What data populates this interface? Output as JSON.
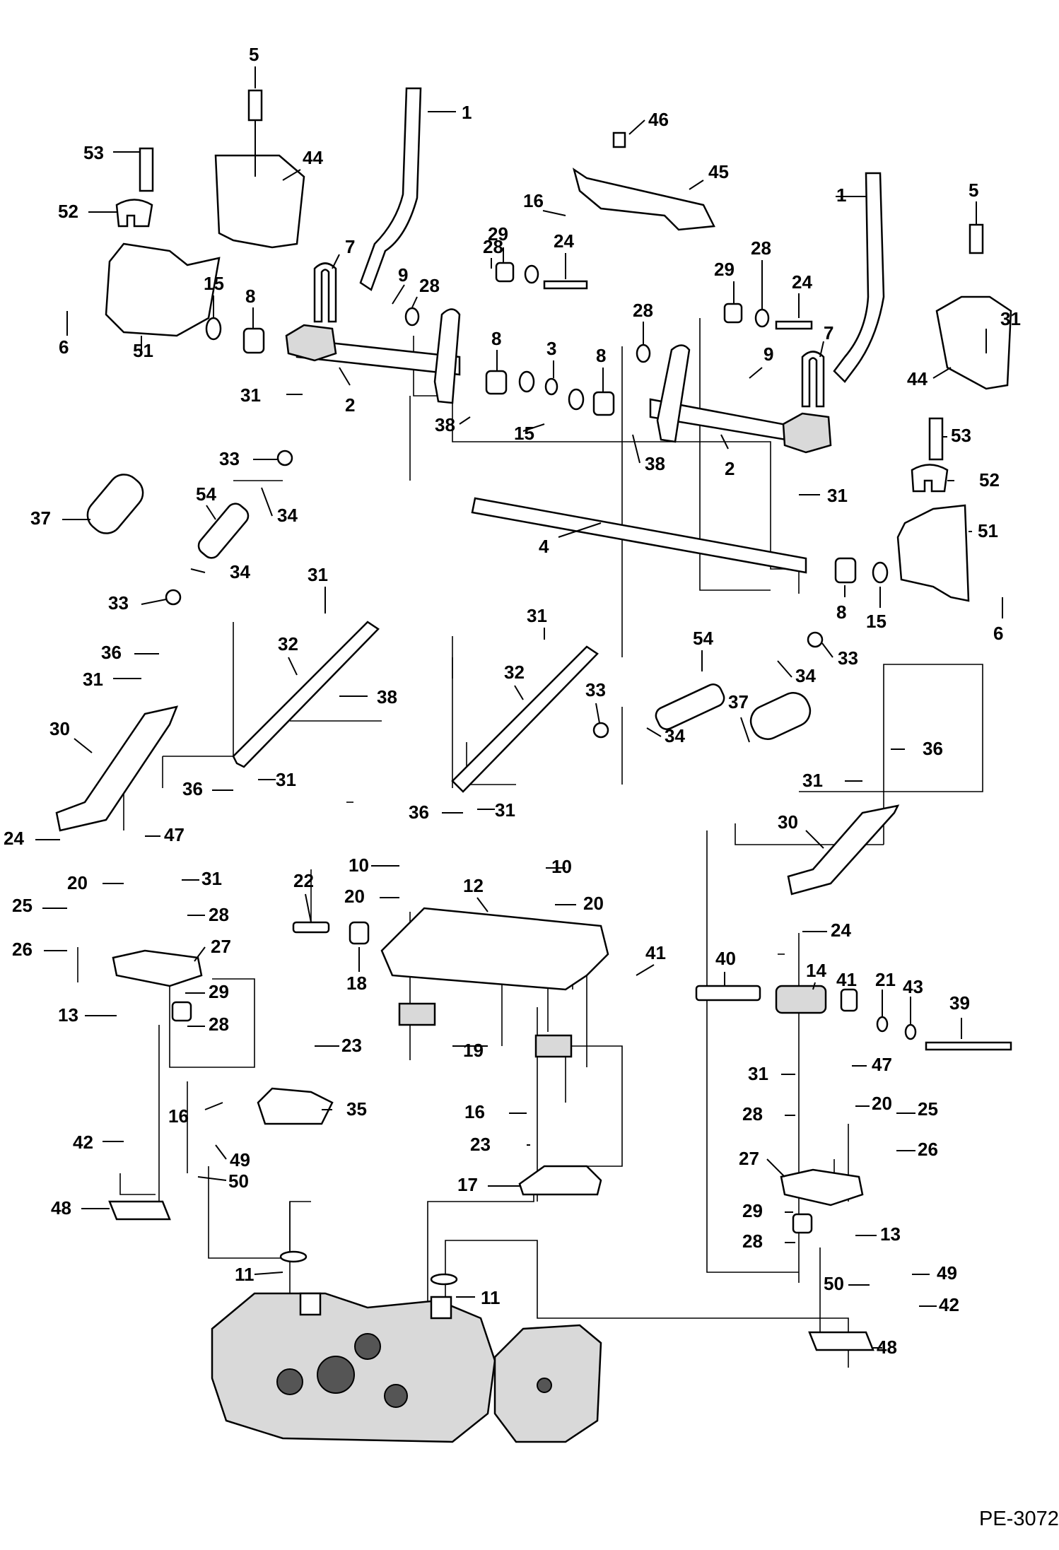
{
  "figure_id": "PE-3072",
  "callouts": [
    {
      "id": "c1a",
      "num": "1"
    },
    {
      "id": "c1b",
      "num": "1"
    },
    {
      "id": "c2a",
      "num": "2"
    },
    {
      "id": "c2b",
      "num": "2"
    },
    {
      "id": "c3",
      "num": "3"
    },
    {
      "id": "c4",
      "num": "4"
    },
    {
      "id": "c5a",
      "num": "5"
    },
    {
      "id": "c5b",
      "num": "5"
    },
    {
      "id": "c6a",
      "num": "6"
    },
    {
      "id": "c6b",
      "num": "6"
    },
    {
      "id": "c7a",
      "num": "7"
    },
    {
      "id": "c7b",
      "num": "7"
    },
    {
      "id": "c8a",
      "num": "8"
    },
    {
      "id": "c8b",
      "num": "8"
    },
    {
      "id": "c8c",
      "num": "8"
    },
    {
      "id": "c8d",
      "num": "8"
    },
    {
      "id": "c9a",
      "num": "9"
    },
    {
      "id": "c9b",
      "num": "9"
    },
    {
      "id": "c10a",
      "num": "10"
    },
    {
      "id": "c10b",
      "num": "10"
    },
    {
      "id": "c11a",
      "num": "11"
    },
    {
      "id": "c11b",
      "num": "11"
    },
    {
      "id": "c12",
      "num": "12"
    },
    {
      "id": "c13a",
      "num": "13"
    },
    {
      "id": "c13b",
      "num": "13"
    },
    {
      "id": "c14",
      "num": "14"
    },
    {
      "id": "c15a",
      "num": "15"
    },
    {
      "id": "c15b",
      "num": "15"
    },
    {
      "id": "c15c",
      "num": "15"
    },
    {
      "id": "c16a",
      "num": "16"
    },
    {
      "id": "c16b",
      "num": "16"
    },
    {
      "id": "c16c",
      "num": "16"
    },
    {
      "id": "c17",
      "num": "17"
    },
    {
      "id": "c18",
      "num": "18"
    },
    {
      "id": "c19",
      "num": "19"
    },
    {
      "id": "c20a",
      "num": "20"
    },
    {
      "id": "c20b",
      "num": "20"
    },
    {
      "id": "c20c",
      "num": "20"
    },
    {
      "id": "c20d",
      "num": "20"
    },
    {
      "id": "c21",
      "num": "21"
    },
    {
      "id": "c22",
      "num": "22"
    },
    {
      "id": "c23a",
      "num": "23"
    },
    {
      "id": "c23b",
      "num": "23"
    },
    {
      "id": "c24a",
      "num": "24"
    },
    {
      "id": "c24b",
      "num": "24"
    },
    {
      "id": "c24c",
      "num": "24"
    },
    {
      "id": "c24d",
      "num": "24"
    },
    {
      "id": "c25a",
      "num": "25"
    },
    {
      "id": "c25b",
      "num": "25"
    },
    {
      "id": "c26a",
      "num": "26"
    },
    {
      "id": "c26b",
      "num": "26"
    },
    {
      "id": "c27a",
      "num": "27"
    },
    {
      "id": "c27b",
      "num": "27"
    },
    {
      "id": "c28a",
      "num": "28"
    },
    {
      "id": "c28b",
      "num": "28"
    },
    {
      "id": "c28c",
      "num": "28"
    },
    {
      "id": "c28d",
      "num": "28"
    },
    {
      "id": "c28e",
      "num": "28"
    },
    {
      "id": "c28f",
      "num": "28"
    },
    {
      "id": "c28g",
      "num": "28"
    },
    {
      "id": "c28h",
      "num": "28"
    },
    {
      "id": "c29a",
      "num": "29"
    },
    {
      "id": "c29b",
      "num": "29"
    },
    {
      "id": "c29c",
      "num": "29"
    },
    {
      "id": "c29d",
      "num": "29"
    },
    {
      "id": "c30a",
      "num": "30"
    },
    {
      "id": "c30b",
      "num": "30"
    },
    {
      "id": "c31a",
      "num": "31"
    },
    {
      "id": "c31b",
      "num": "31"
    },
    {
      "id": "c31c",
      "num": "31"
    },
    {
      "id": "c31d",
      "num": "31"
    },
    {
      "id": "c31e",
      "num": "31"
    },
    {
      "id": "c31f",
      "num": "31"
    },
    {
      "id": "c31g",
      "num": "31"
    },
    {
      "id": "c31h",
      "num": "31"
    },
    {
      "id": "c31i",
      "num": "31"
    },
    {
      "id": "c31j",
      "num": "31"
    },
    {
      "id": "c31k",
      "num": "31"
    },
    {
      "id": "c32a",
      "num": "32"
    },
    {
      "id": "c32b",
      "num": "32"
    },
    {
      "id": "c33a",
      "num": "33"
    },
    {
      "id": "c33b",
      "num": "33"
    },
    {
      "id": "c33c",
      "num": "33"
    },
    {
      "id": "c33d",
      "num": "33"
    },
    {
      "id": "c34a",
      "num": "34"
    },
    {
      "id": "c34b",
      "num": "34"
    },
    {
      "id": "c34c",
      "num": "34"
    },
    {
      "id": "c34d",
      "num": "34"
    },
    {
      "id": "c35",
      "num": "35"
    },
    {
      "id": "c36a",
      "num": "36"
    },
    {
      "id": "c36b",
      "num": "36"
    },
    {
      "id": "c36c",
      "num": "36"
    },
    {
      "id": "c36d",
      "num": "36"
    },
    {
      "id": "c37a",
      "num": "37"
    },
    {
      "id": "c37b",
      "num": "37"
    },
    {
      "id": "c38a",
      "num": "38"
    },
    {
      "id": "c38b",
      "num": "38"
    },
    {
      "id": "c38c",
      "num": "38"
    },
    {
      "id": "c39",
      "num": "39"
    },
    {
      "id": "c40",
      "num": "40"
    },
    {
      "id": "c41a",
      "num": "41"
    },
    {
      "id": "c41b",
      "num": "41"
    },
    {
      "id": "c42a",
      "num": "42"
    },
    {
      "id": "c42b",
      "num": "42"
    },
    {
      "id": "c43",
      "num": "43"
    },
    {
      "id": "c44a",
      "num": "44"
    },
    {
      "id": "c44b",
      "num": "44"
    },
    {
      "id": "c45",
      "num": "45"
    },
    {
      "id": "c46",
      "num": "46"
    },
    {
      "id": "c47a",
      "num": "47"
    },
    {
      "id": "c47b",
      "num": "47"
    },
    {
      "id": "c48a",
      "num": "48"
    },
    {
      "id": "c48b",
      "num": "48"
    },
    {
      "id": "c49a",
      "num": "49"
    },
    {
      "id": "c49b",
      "num": "49"
    },
    {
      "id": "c50a",
      "num": "50"
    },
    {
      "id": "c50b",
      "num": "50"
    },
    {
      "id": "c51a",
      "num": "51"
    },
    {
      "id": "c51b",
      "num": "51"
    },
    {
      "id": "c52a",
      "num": "52"
    },
    {
      "id": "c52b",
      "num": "52"
    },
    {
      "id": "c53a",
      "num": "53"
    },
    {
      "id": "c53b",
      "num": "53"
    },
    {
      "id": "c54a",
      "num": "54"
    },
    {
      "id": "c54b",
      "num": "54"
    }
  ]
}
